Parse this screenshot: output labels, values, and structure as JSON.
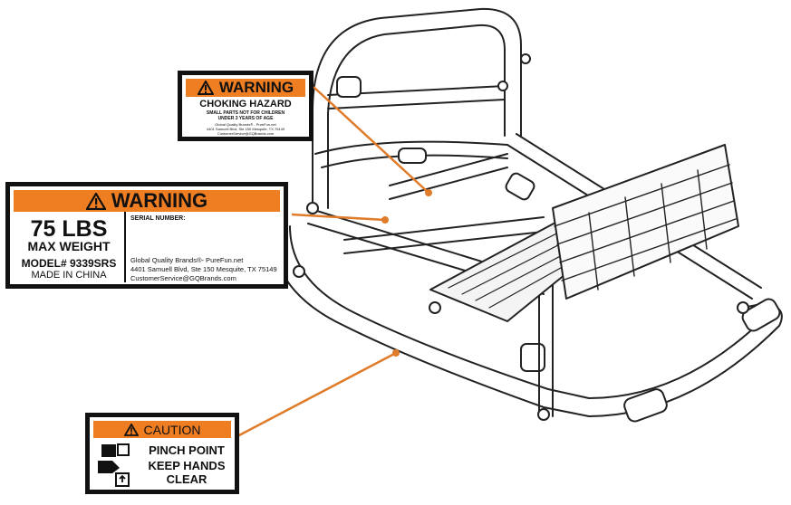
{
  "labels": {
    "choking": {
      "header": "WARNING",
      "title": "CHOKING HAZARD",
      "line1": "SMALL PARTS NOT FOR CHILDREN",
      "line2": "UNDER 3 YEARS OF AGE",
      "brand": "Global Quality Brands® - PureFun.net",
      "address": "4401 Samuell Blvd, Ste 150 Mesquite, TX 75149",
      "email": "CustomerService@GQBrands.com"
    },
    "weight": {
      "header": "WARNING",
      "weight": "75 LBS",
      "max": "MAX WEIGHT",
      "model": "MODEL# 9339SRS",
      "made": "MADE IN CHINA",
      "serial": "SERIAL NUMBER:",
      "brand": "Global Quality Brands®- PureFun.net",
      "address": "4401 Samuell Blvd, Ste 150 Mesquite, TX 75149",
      "email": "CustomerService@GQBrands.com"
    },
    "caution": {
      "header": "CAUTION",
      "line1": "PINCH POINT",
      "line2": "KEEP HANDS",
      "line3": "CLEAR"
    }
  },
  "colors": {
    "label_orange": "#ef7d22",
    "leader_line": "#e07b2a",
    "frame_line": "#222222",
    "label_border": "#111111"
  },
  "icons": {
    "warning": "warning-triangle-icon",
    "pinch": "hand-pinch-icon"
  }
}
